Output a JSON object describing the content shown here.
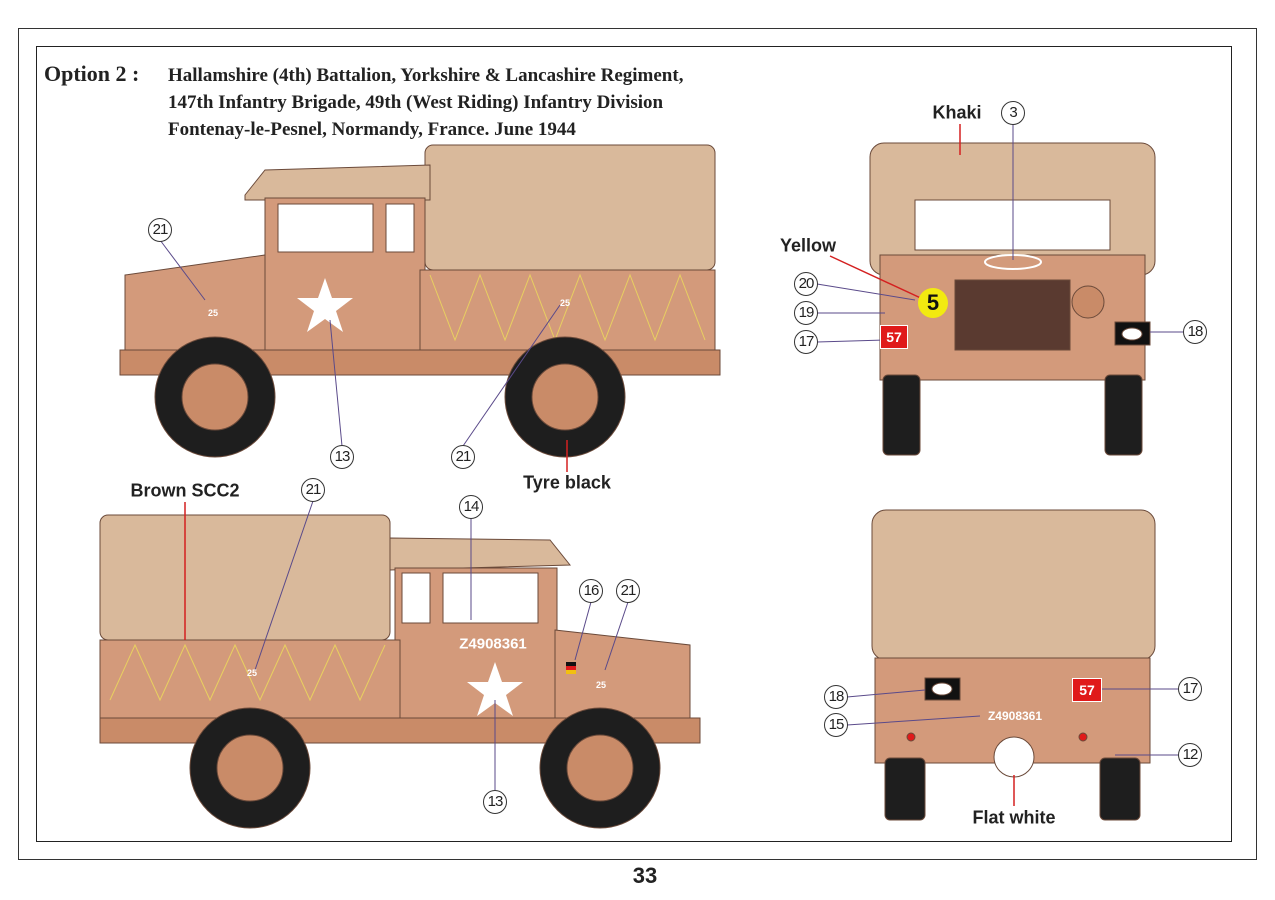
{
  "header": {
    "option": "Option 2 :",
    "line1": "Hallamshire (4th) Battalion, Yorkshire & Lancashire Regiment,",
    "line2": "147th Infantry Brigade, 49th (West Riding) Infantry Division",
    "line3": "Fontenay-le-Pesnel, Normandy, France. June 1944"
  },
  "colour_labels": {
    "khaki": "Khaki",
    "yellow": "Yellow",
    "tyre": "Tyre black",
    "brown": "Brown SCC2",
    "white": "Flat white"
  },
  "markings": {
    "unit_number": "5",
    "tactical_sign": "57",
    "registration": "Z4908361",
    "bridge_class": "25"
  },
  "callouts": {
    "left_top": [
      "21",
      "13",
      "21"
    ],
    "front": [
      "3",
      "20",
      "19",
      "17",
      "18"
    ],
    "left_bottom": [
      "21",
      "14",
      "16",
      "21",
      "13"
    ],
    "rear": [
      "18",
      "15",
      "17",
      "12"
    ]
  },
  "colors": {
    "body": "#d39a7b",
    "canvas": "#d9b99b",
    "tyre": "#1e1e1e",
    "hub": "#c98b68",
    "plate": "#e01a1a",
    "yellow": "#f2ea10",
    "lead": "#d42020"
  },
  "page_number": "33"
}
